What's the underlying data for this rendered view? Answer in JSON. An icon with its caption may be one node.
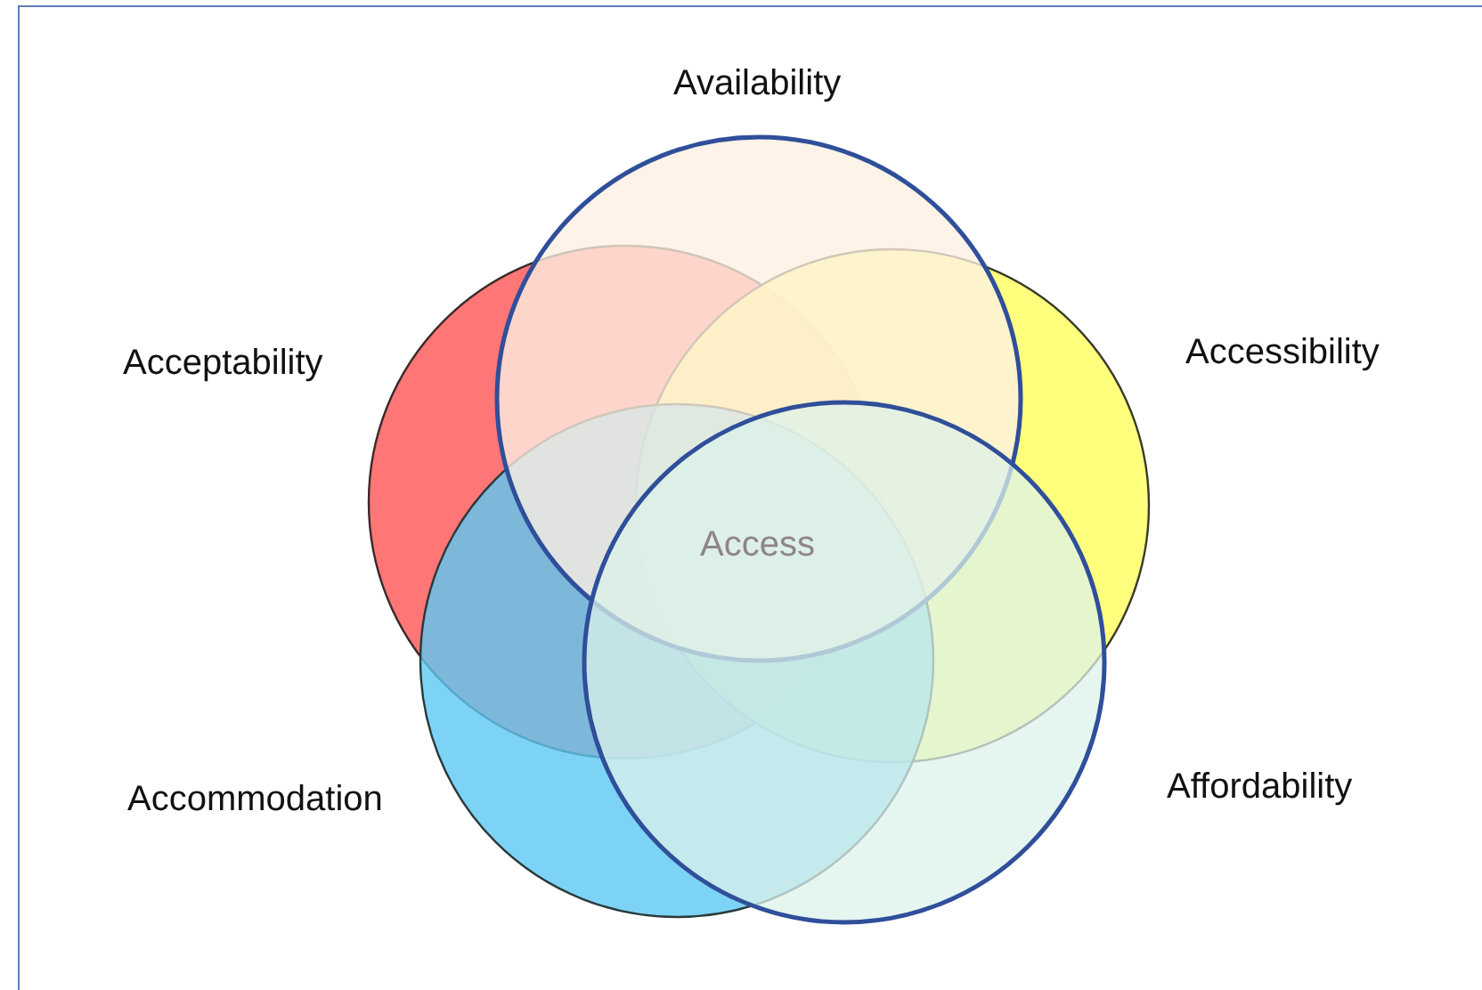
{
  "diagram": {
    "nodes": [
      {
        "text": [
          "Availability"
        ]
      },
      {
        "text": [
          "Acceptability"
        ]
      },
      {
        "text": [
          "Accessibility"
        ]
      },
      {
        "text": [
          "Accommodation"
        ]
      },
      {
        "text": [
          "Affordability"
        ]
      }
    ],
    "labels": [
      "Access"
    ]
  }
}
